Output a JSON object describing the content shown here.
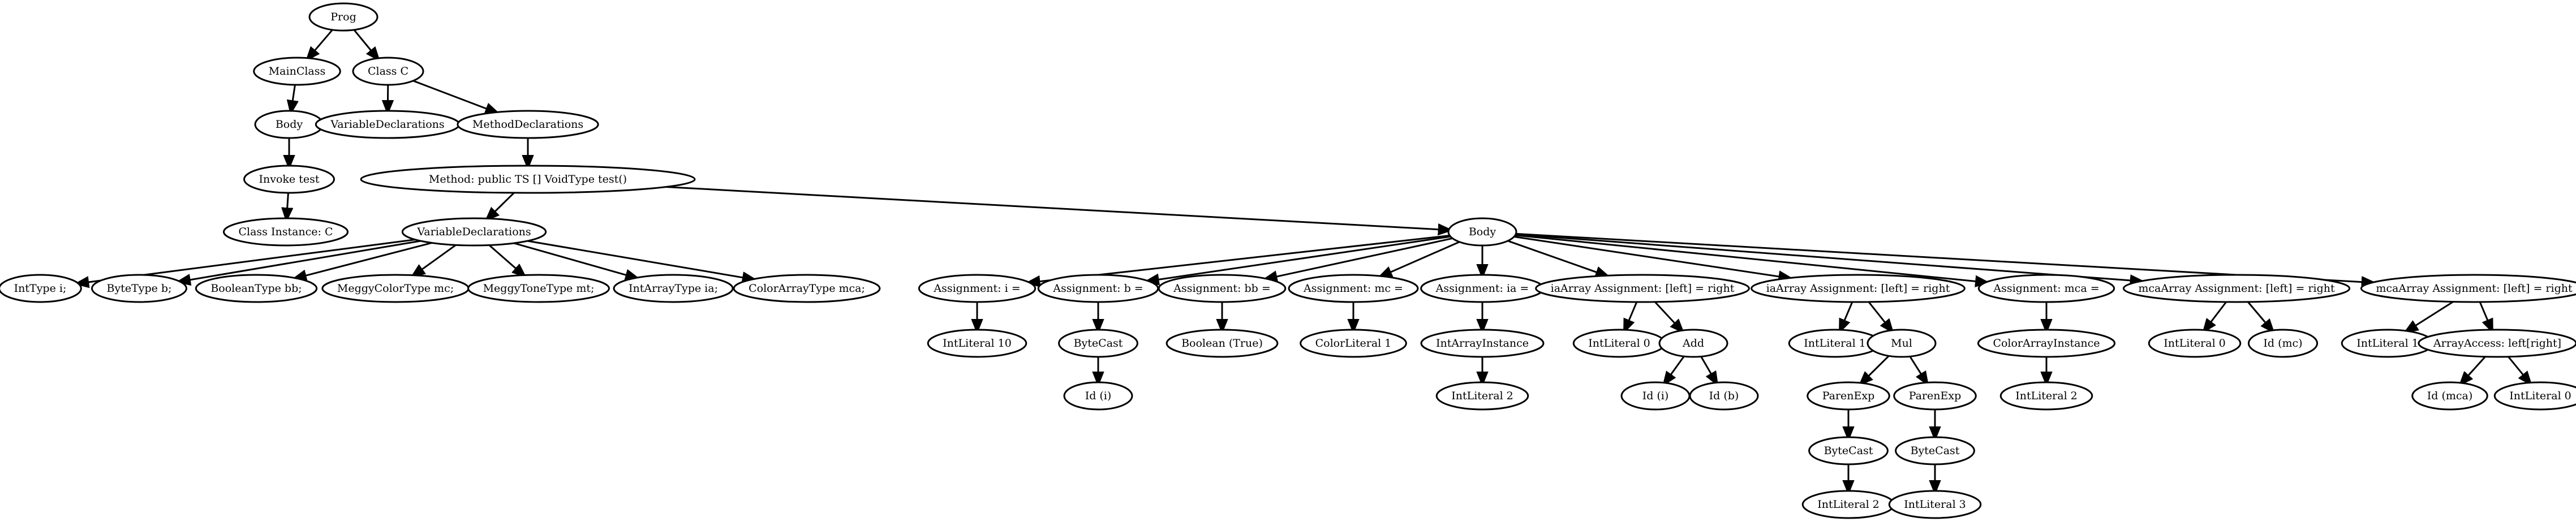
{
  "diagram": {
    "type": "tree",
    "nodes": [
      {
        "id": "prog",
        "label": "Prog"
      },
      {
        "id": "mainclass",
        "label": "MainClass"
      },
      {
        "id": "classc",
        "label": "Class C"
      },
      {
        "id": "body1",
        "label": "Body"
      },
      {
        "id": "invoke",
        "label": "Invoke test"
      },
      {
        "id": "classinst",
        "label": "Class Instance: C"
      },
      {
        "id": "vardecl1",
        "label": "VariableDeclarations"
      },
      {
        "id": "methdecls",
        "label": "MethodDeclarations"
      },
      {
        "id": "method",
        "label": "Method: public TS [] VoidType test()"
      },
      {
        "id": "vardecl2",
        "label": "VariableDeclarations"
      },
      {
        "id": "body2",
        "label": "Body"
      },
      {
        "id": "v_int",
        "label": "IntType i;"
      },
      {
        "id": "v_byte",
        "label": "ByteType b;"
      },
      {
        "id": "v_bool",
        "label": "BooleanType bb;"
      },
      {
        "id": "v_mc",
        "label": "MeggyColorType mc;"
      },
      {
        "id": "v_mt",
        "label": "MeggyToneType mt;"
      },
      {
        "id": "v_ia",
        "label": "IntArrayType ia;"
      },
      {
        "id": "v_mca",
        "label": "ColorArrayType mca;"
      },
      {
        "id": "a_i",
        "label": "Assignment: i ="
      },
      {
        "id": "a_b",
        "label": "Assignment: b ="
      },
      {
        "id": "a_bb",
        "label": "Assignment: bb ="
      },
      {
        "id": "a_mc",
        "label": "Assignment: mc ="
      },
      {
        "id": "a_ia",
        "label": "Assignment: ia ="
      },
      {
        "id": "aa_ia1",
        "label": "iaArray Assignment: [left] = right"
      },
      {
        "id": "aa_ia2",
        "label": "iaArray Assignment: [left] = right"
      },
      {
        "id": "a_mca",
        "label": "Assignment: mca ="
      },
      {
        "id": "aa_mca1",
        "label": "mcaArray Assignment: [left] = right"
      },
      {
        "id": "aa_mca2",
        "label": "mcaArray Assignment: [left] = right"
      },
      {
        "id": "il10",
        "label": "IntLiteral 10"
      },
      {
        "id": "bytecast1",
        "label": "ByteCast"
      },
      {
        "id": "id_i1",
        "label": "Id (i)"
      },
      {
        "id": "booltrue",
        "label": "Boolean (True)"
      },
      {
        "id": "colorlit1",
        "label": "ColorLiteral 1"
      },
      {
        "id": "intarrinst",
        "label": "IntArrayInstance"
      },
      {
        "id": "il2a",
        "label": "IntLiteral 2"
      },
      {
        "id": "il0a",
        "label": "IntLiteral 0"
      },
      {
        "id": "add",
        "label": "Add"
      },
      {
        "id": "id_i2",
        "label": "Id (i)"
      },
      {
        "id": "id_b",
        "label": "Id (b)"
      },
      {
        "id": "il1a",
        "label": "IntLiteral 1"
      },
      {
        "id": "mul",
        "label": "Mul"
      },
      {
        "id": "parenexp1",
        "label": "ParenExp"
      },
      {
        "id": "parenexp2",
        "label": "ParenExp"
      },
      {
        "id": "bytecast2",
        "label": "ByteCast"
      },
      {
        "id": "bytecast3",
        "label": "ByteCast"
      },
      {
        "id": "il2b",
        "label": "IntLiteral 2"
      },
      {
        "id": "il3",
        "label": "IntLiteral 3"
      },
      {
        "id": "colorarrinst",
        "label": "ColorArrayInstance"
      },
      {
        "id": "il2c",
        "label": "IntLiteral 2"
      },
      {
        "id": "il0b",
        "label": "IntLiteral 0"
      },
      {
        "id": "id_mc",
        "label": "Id (mc)"
      },
      {
        "id": "il1b",
        "label": "IntLiteral 1"
      },
      {
        "id": "arracc",
        "label": "ArrayAccess: left[right]"
      },
      {
        "id": "id_mca",
        "label": "Id (mca)"
      },
      {
        "id": "il0c",
        "label": "IntLiteral 0"
      }
    ],
    "edges": [
      [
        "prog",
        "mainclass"
      ],
      [
        "prog",
        "classc"
      ],
      [
        "mainclass",
        "body1"
      ],
      [
        "body1",
        "invoke"
      ],
      [
        "invoke",
        "classinst"
      ],
      [
        "classc",
        "vardecl1"
      ],
      [
        "classc",
        "methdecls"
      ],
      [
        "methdecls",
        "method"
      ],
      [
        "method",
        "vardecl2"
      ],
      [
        "method",
        "body2"
      ],
      [
        "vardecl2",
        "v_int"
      ],
      [
        "vardecl2",
        "v_byte"
      ],
      [
        "vardecl2",
        "v_bool"
      ],
      [
        "vardecl2",
        "v_mc"
      ],
      [
        "vardecl2",
        "v_mt"
      ],
      [
        "vardecl2",
        "v_ia"
      ],
      [
        "vardecl2",
        "v_mca"
      ],
      [
        "body2",
        "a_i"
      ],
      [
        "body2",
        "a_b"
      ],
      [
        "body2",
        "a_bb"
      ],
      [
        "body2",
        "a_mc"
      ],
      [
        "body2",
        "a_ia"
      ],
      [
        "body2",
        "aa_ia1"
      ],
      [
        "body2",
        "aa_ia2"
      ],
      [
        "body2",
        "a_mca"
      ],
      [
        "body2",
        "aa_mca1"
      ],
      [
        "body2",
        "aa_mca2"
      ],
      [
        "a_i",
        "il10"
      ],
      [
        "a_b",
        "bytecast1"
      ],
      [
        "bytecast1",
        "id_i1"
      ],
      [
        "a_bb",
        "booltrue"
      ],
      [
        "a_mc",
        "colorlit1"
      ],
      [
        "a_ia",
        "intarrinst"
      ],
      [
        "intarrinst",
        "il2a"
      ],
      [
        "aa_ia1",
        "il0a"
      ],
      [
        "aa_ia1",
        "add"
      ],
      [
        "add",
        "id_i2"
      ],
      [
        "add",
        "id_b"
      ],
      [
        "aa_ia2",
        "il1a"
      ],
      [
        "aa_ia2",
        "mul"
      ],
      [
        "mul",
        "parenexp1"
      ],
      [
        "mul",
        "parenexp2"
      ],
      [
        "parenexp1",
        "bytecast2"
      ],
      [
        "bytecast2",
        "il2b"
      ],
      [
        "parenexp2",
        "bytecast3"
      ],
      [
        "bytecast3",
        "il3"
      ],
      [
        "a_mca",
        "colorarrinst"
      ],
      [
        "colorarrinst",
        "il2c"
      ],
      [
        "aa_mca1",
        "il0b"
      ],
      [
        "aa_mca1",
        "id_mc"
      ],
      [
        "aa_mca2",
        "il1b"
      ],
      [
        "aa_mca2",
        "arracc"
      ],
      [
        "arracc",
        "id_mca"
      ],
      [
        "arracc",
        "il0c"
      ]
    ]
  }
}
